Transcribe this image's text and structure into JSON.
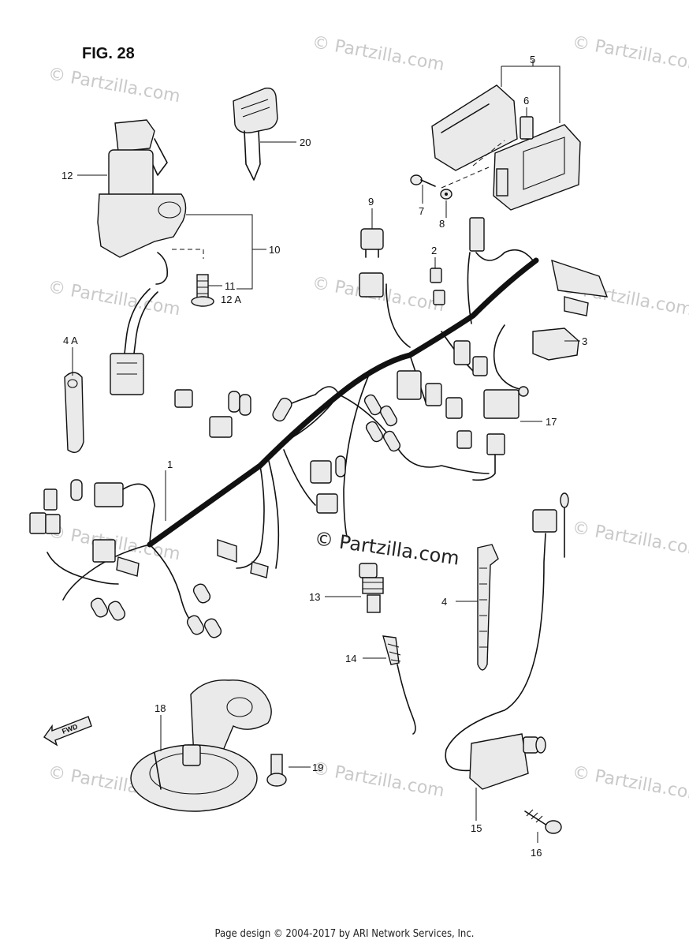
{
  "figure_title": "FIG. 28",
  "watermark_text": "© Partzilla.com",
  "center_watermark": "© Partzilla.com",
  "fwd_label": "FWD",
  "footer": "Page design © 2004-2017 by ARI Network Services, Inc.",
  "parts": [
    {
      "id": "p1",
      "label": "1"
    },
    {
      "id": "p2",
      "label": "2"
    },
    {
      "id": "p3",
      "label": "3"
    },
    {
      "id": "p4",
      "label": "4"
    },
    {
      "id": "p4a",
      "label": "4 A"
    },
    {
      "id": "p5",
      "label": "5"
    },
    {
      "id": "p6",
      "label": "6"
    },
    {
      "id": "p7",
      "label": "7"
    },
    {
      "id": "p8",
      "label": "8"
    },
    {
      "id": "p9",
      "label": "9"
    },
    {
      "id": "p10",
      "label": "10"
    },
    {
      "id": "p11",
      "label": "11"
    },
    {
      "id": "p12",
      "label": "12"
    },
    {
      "id": "p12a",
      "label": "12 A"
    },
    {
      "id": "p13",
      "label": "13"
    },
    {
      "id": "p14",
      "label": "14"
    },
    {
      "id": "p15",
      "label": "15"
    },
    {
      "id": "p16",
      "label": "16"
    },
    {
      "id": "p17",
      "label": "17"
    },
    {
      "id": "p18",
      "label": "18"
    },
    {
      "id": "p19",
      "label": "19"
    },
    {
      "id": "p20",
      "label": "20"
    }
  ]
}
